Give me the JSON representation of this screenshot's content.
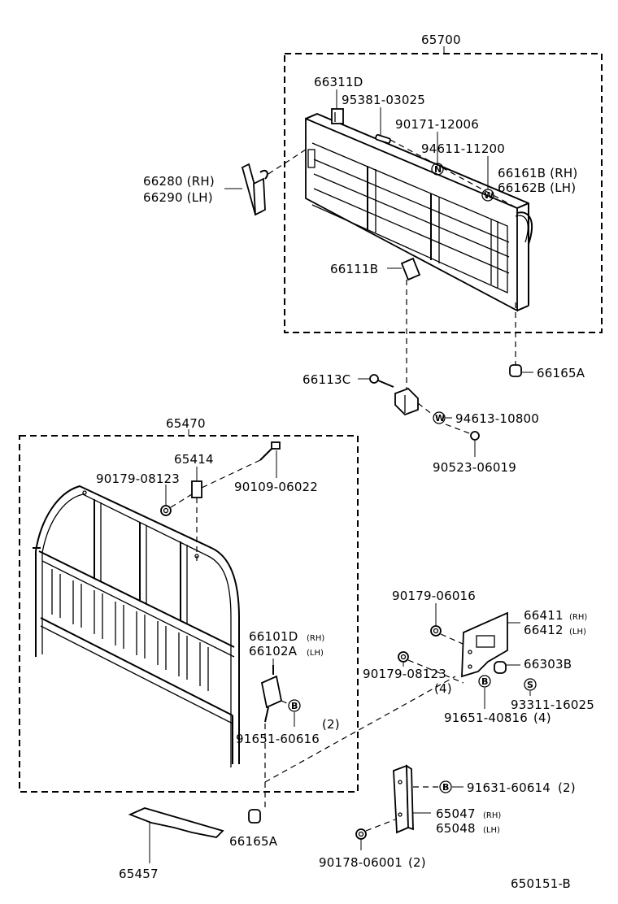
{
  "labels": {
    "assy_top": "65700",
    "hinge_top": "66311D",
    "pin_top": "95381-03025",
    "screw_top": "90171-12006",
    "nut_n": "94611-11200",
    "chain_rh": "66161B (RH)",
    "chain_lh": "66162B (LH)",
    "support_rh": "66280 (RH)",
    "support_lh": "66290 (LH)",
    "bracket_center": "66111B",
    "cap_a": "66165A",
    "bolt_c": "66113C",
    "washer_w": "94613-10800",
    "nut_bottom": "90523-06019",
    "assy_bottom": "65470",
    "part_65414": "65414",
    "bolt_upper": "90109-06022",
    "nut_upper": "90179-08123",
    "hinge_rh": "66101D",
    "hinge_lh": "66102A",
    "screw_b": "91651-60616",
    "qty_2a": "(2)",
    "nut_right_top": "90179-06016",
    "plate_rh": "66411",
    "plate_lh": "66412",
    "nut_right": "90179-08123",
    "qty_4a": "(4)",
    "bushing": "66303B",
    "washer_s": "93311-16025",
    "screw_b2": "91651-40816",
    "qty_4b": "(4)",
    "screw_bottom": "91631-60614",
    "qty_2b": "(2)",
    "bracket_rh": "65047",
    "bracket_lh": "65048",
    "nut_lower": "90178-06001",
    "qty_2c": "(2)",
    "cap_a_bottom": "66165A",
    "plate_bottom": "65457",
    "diagram_id": "650151-B",
    "rh_tag": "(RH)",
    "lh_tag": "(LH)",
    "rh_small": "(RH)",
    "lh_small": "(LH)"
  },
  "circle_marks": {
    "n": "N",
    "w1": "W",
    "w2": "W",
    "b1": "B",
    "b2": "B",
    "b3": "B",
    "s": "S"
  }
}
